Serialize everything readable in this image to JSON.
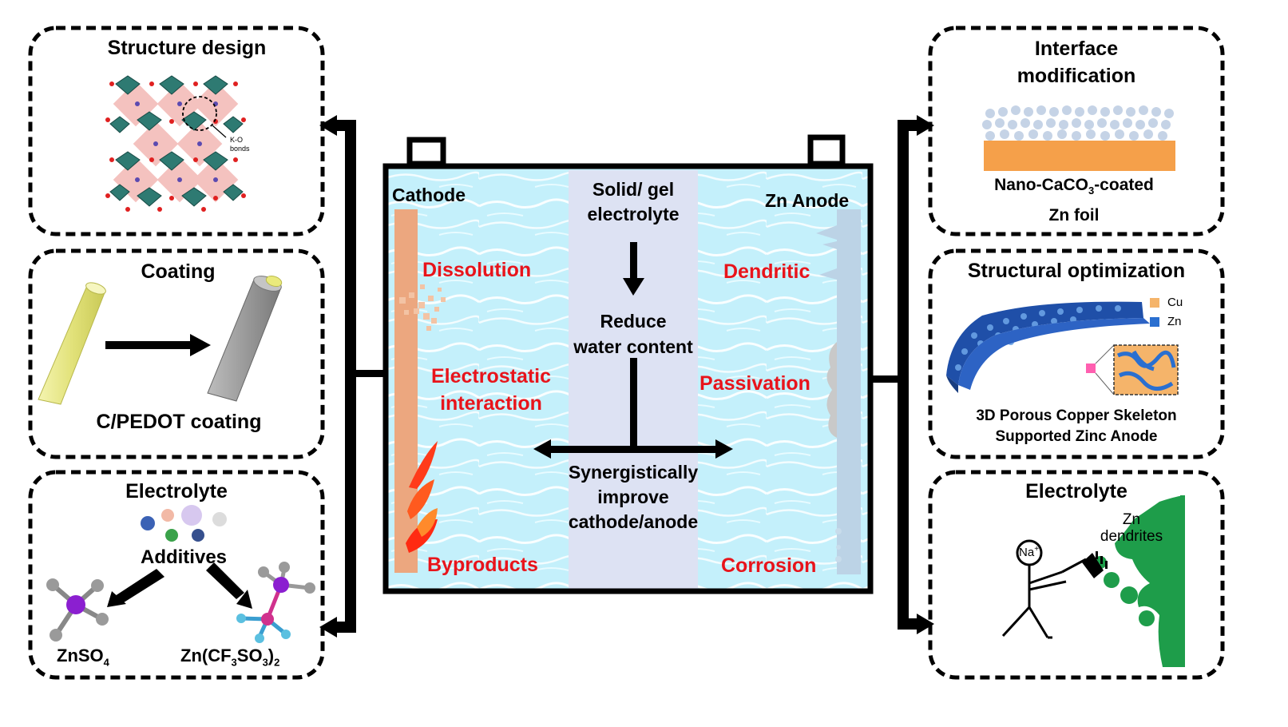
{
  "center": {
    "cathode_label": "Cathode",
    "anode_label": "Zn Anode",
    "electrolyte_line1": "Solid/ gel",
    "electrolyte_line2": "electrolyte",
    "reduce_line1": "Reduce",
    "reduce_line2": "water content",
    "synergy_line1": "Synergistically",
    "synergy_line2": "improve",
    "synergy_line3": "cathode/anode",
    "cathode_issues": {
      "dissolution": "Dissolution",
      "electrostatic_line1": "Electrostatic",
      "electrostatic_line2": "interaction",
      "byproducts": "Byproducts"
    },
    "anode_issues": {
      "dendritic": "Dendritic",
      "passivation": "Passivation",
      "corrosion": "Corrosion"
    }
  },
  "left_panels": {
    "structure": {
      "title": "Structure design",
      "annotation_line1": "K-O",
      "annotation_line2": "bonds"
    },
    "coating": {
      "title": "Coating",
      "caption": "C/PEDOT coating"
    },
    "electrolyte": {
      "title": "Electrolyte",
      "additives": "Additives",
      "salt1_main": "ZnSO",
      "salt1_sub": "4",
      "salt2_a": "Zn(CF",
      "salt2_sub1": "3",
      "salt2_b": "SO",
      "salt2_sub2": "3",
      "salt2_c": ")",
      "salt2_sub3": "2"
    }
  },
  "right_panels": {
    "interface": {
      "title_line1": "Interface",
      "title_line2": "modification",
      "caption_a": "Nano-CaCO",
      "caption_sub": "3",
      "caption_b": "-coated",
      "caption_line2": "Zn foil"
    },
    "structural": {
      "title": "Structural optimization",
      "legend_cu": "Cu",
      "legend_zn": "Zn",
      "caption_line1": "3D Porous Copper Skeleton",
      "caption_line2": "Supported Zinc Anode"
    },
    "electrolyte": {
      "title": "Electrolyte",
      "ion": "Na",
      "ion_sup": "+",
      "dendrite_line1": "Zn",
      "dendrite_line2": "dendrites"
    }
  },
  "colors": {
    "issue_red": "#e8141b",
    "cathode_orange": "#eea982",
    "anode_blue": "#bcd3e6",
    "electrolyte_lavender": "#dfe3f2",
    "water": "#bfeffa",
    "coating_yellow": "#e8e88a",
    "coating_gray": "#9a9a9a",
    "caco3_orange": "#f5a04a",
    "dendrite_green": "#1e9d4a"
  }
}
